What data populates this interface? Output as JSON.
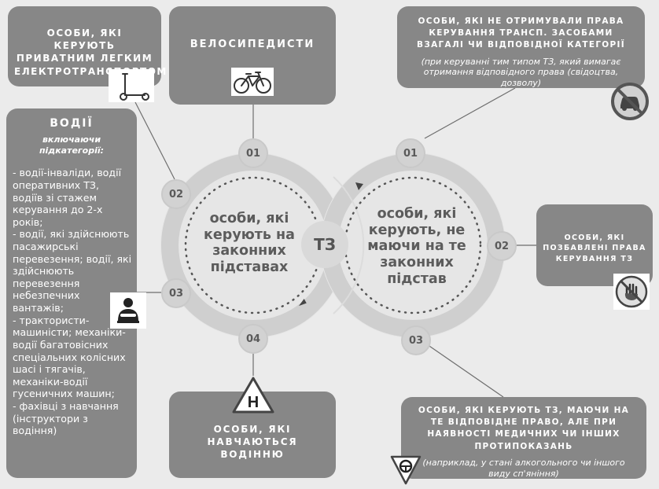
{
  "diagram": {
    "center_label": "ТЗ",
    "left_circle_text": "особи, які керують на законних підставах",
    "right_circle_text": "особи, які керують, не маючи на те законних підстав",
    "left_badges": [
      "01",
      "02",
      "03",
      "04"
    ],
    "right_badges": [
      "01",
      "02",
      "03"
    ]
  },
  "boxes": {
    "light_transport": {
      "title": "ОСОБИ, ЯКІ КЕРУЮТЬ ПРИВАТНИМ ЛЕГКИМ ЕЛЕКТРОТРАНСПОРТОМ"
    },
    "cyclists": {
      "title": "ВЕЛОСИПЕДИСТИ"
    },
    "no_license": {
      "title": "ОСОБИ, ЯКІ НЕ ОТРИМУВАЛИ ПРАВА КЕРУВАННЯ ТРАНСП. ЗАСОБАМИ ВЗАГАЛІ ЧИ ВІДПОВІДНОЇ КАТЕГОРІЇ",
      "note": "(при керуванні тим типом ТЗ, який вимагає отримання відповідного права (свідоцтва, дозволу)"
    },
    "drivers": {
      "title": "ВОДІЇ",
      "subtitle": "включаючи підкатегорії:",
      "body": "- водії-інваліди, водії оперативних ТЗ, водіїв зі стажем керування до 2-х років;\n- водії, які здійснюють пасажирські перевезення; водії, які здійснюють перевезення небезпечних вантажів;\n- трактористи-машиністи; механіки-водії багатовісних спеціальних колісних шасі і тягачів, механіки-водії гусеничних машин;\n- фахівці з навчання (інструктори з водіння)"
    },
    "revoked": {
      "title": "ОСОБИ, ЯКІ ПОЗБАВЛЕНІ ПРАВА КЕРУВАННЯ ТЗ"
    },
    "learners": {
      "title": "ОСОБИ, ЯКІ НАВЧАЮТЬСЯ ВОДІННЮ"
    },
    "contraindications": {
      "title": "ОСОБИ, ЯКІ КЕРУЮТЬ ТЗ, МАЮЧИ НА ТЕ ВІДПОВІДНЕ ПРАВО, АЛЕ ПРИ НАЯВНОСТІ МЕДИЧНИХ ЧИ ІНШИХ ПРОТИПОКАЗАНЬ",
      "note": "(наприклад, у стані алкогольного чи іншого виду сп'яніння)"
    }
  },
  "icons": {
    "scooter": "scooter-icon",
    "bicycle": "bicycle-icon",
    "no_car": "no-car-icon",
    "driver": "driver-icon",
    "stop_hand": "stop-hand-icon",
    "learner_sign": "learner-sign-icon",
    "learner_letter": "Н",
    "steering_wheel": "steering-wheel-icon"
  },
  "colors": {
    "background": "#ebebeb",
    "box": "#878787",
    "ring": "#cfcfcf",
    "ring_inner": "#e6e6e6",
    "text_dark": "#5c5c5c"
  }
}
